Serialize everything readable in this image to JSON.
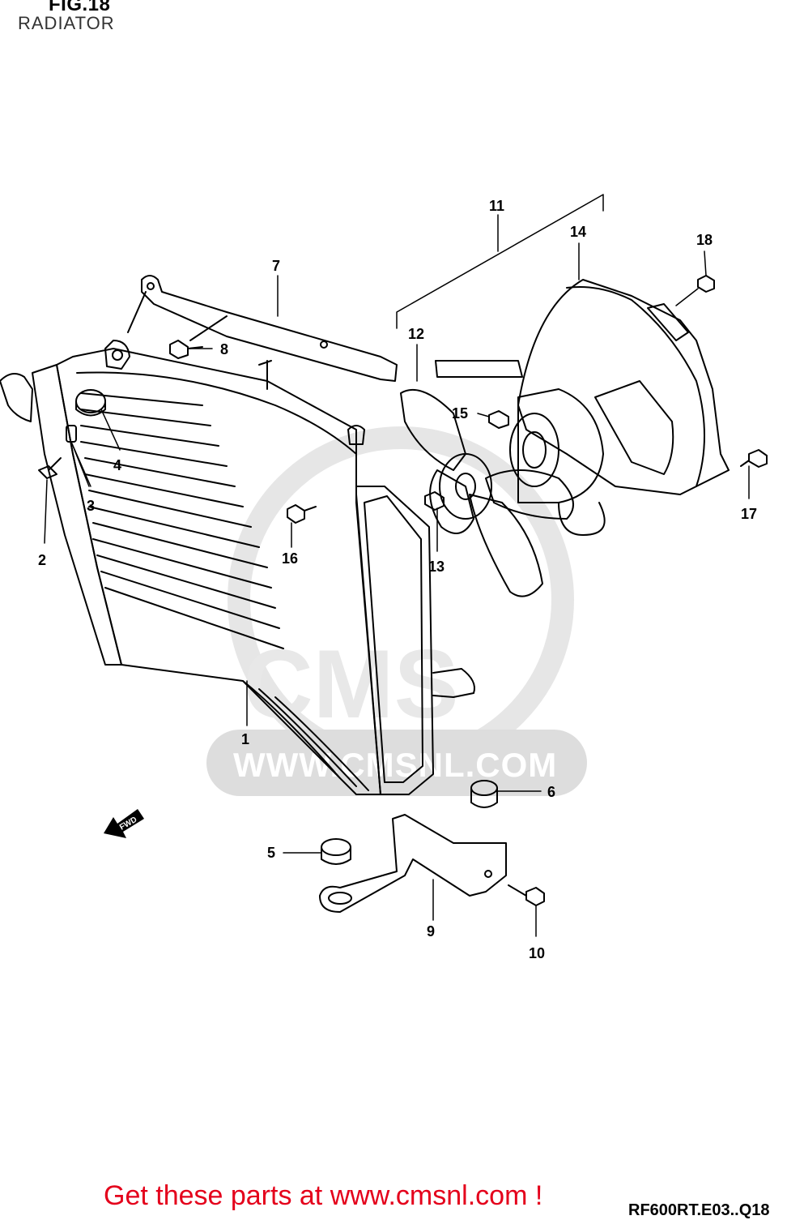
{
  "figure": {
    "title": "FIG.18",
    "subtitle": "RADIATOR"
  },
  "callouts": [
    {
      "id": "1",
      "part": "radiator"
    },
    {
      "id": "2",
      "part": "bolt"
    },
    {
      "id": "3",
      "part": "collar"
    },
    {
      "id": "4",
      "part": "cushion"
    },
    {
      "id": "5",
      "part": "cushion"
    },
    {
      "id": "6",
      "part": "cushion"
    },
    {
      "id": "7",
      "part": "upper bracket"
    },
    {
      "id": "8",
      "part": "bolt"
    },
    {
      "id": "9",
      "part": "lower bracket"
    },
    {
      "id": "10",
      "part": "bolt"
    },
    {
      "id": "11",
      "part": "cooling fan assembly"
    },
    {
      "id": "12",
      "part": "fan blade"
    },
    {
      "id": "13",
      "part": "fan nut"
    },
    {
      "id": "14",
      "part": "fan shroud"
    },
    {
      "id": "15",
      "part": "screw"
    },
    {
      "id": "16",
      "part": "bolt"
    },
    {
      "id": "17",
      "part": "bolt"
    },
    {
      "id": "18",
      "part": "nut"
    }
  ],
  "direction_marker": "FWD",
  "watermark": {
    "url": "WWW.CMSNL.COM",
    "logo": "CMS"
  },
  "footer": {
    "promo": "Get these parts at www.cmsnl.com !",
    "code": "RF600RT.E03..Q18"
  },
  "colors": {
    "promo": "#e4001b",
    "watermark": "#dddddd",
    "line": "#000000"
  }
}
